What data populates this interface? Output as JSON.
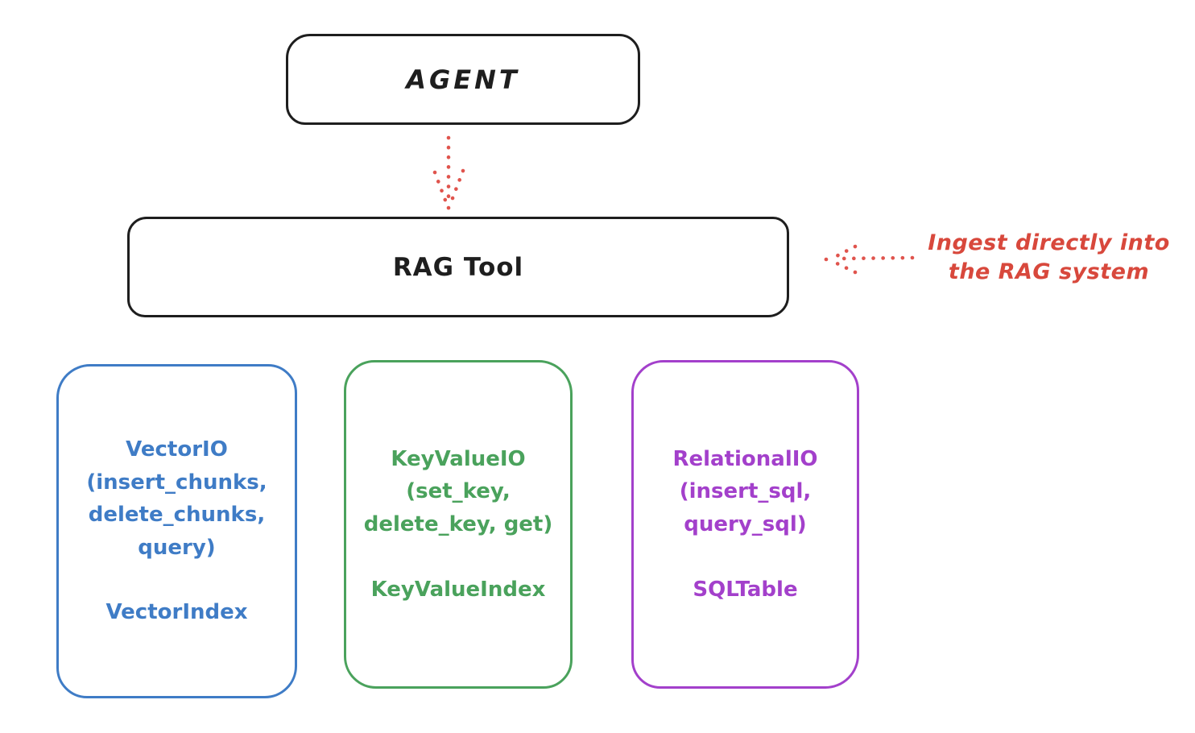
{
  "canvas": {
    "background": "#ffffff",
    "stroke_color": "#1e1e1e"
  },
  "agent": {
    "label": "AGENT"
  },
  "rag_tool": {
    "label": "RAG Tool"
  },
  "annotation": {
    "lines": [
      "Ingest directly into",
      "the RAG system"
    ],
    "color": "#d8483c"
  },
  "arrows": {
    "color": "#e0544d"
  },
  "cards": [
    {
      "name": "VectorIO",
      "color": "#3f7cc6",
      "lines": [
        "VectorIO",
        "(insert_chunks,",
        "delete_chunks,",
        "query)"
      ],
      "footer": "VectorIndex"
    },
    {
      "name": "KeyValueIO",
      "color": "#4aa25c",
      "lines": [
        "KeyValueIO",
        "(set_key,",
        "delete_key, get)"
      ],
      "footer": "KeyValueIndex"
    },
    {
      "name": "RelationalIO",
      "color": "#a340cb",
      "lines": [
        "RelationalIO",
        "(insert_sql,",
        "query_sql)"
      ],
      "footer": "SQLTable"
    }
  ]
}
